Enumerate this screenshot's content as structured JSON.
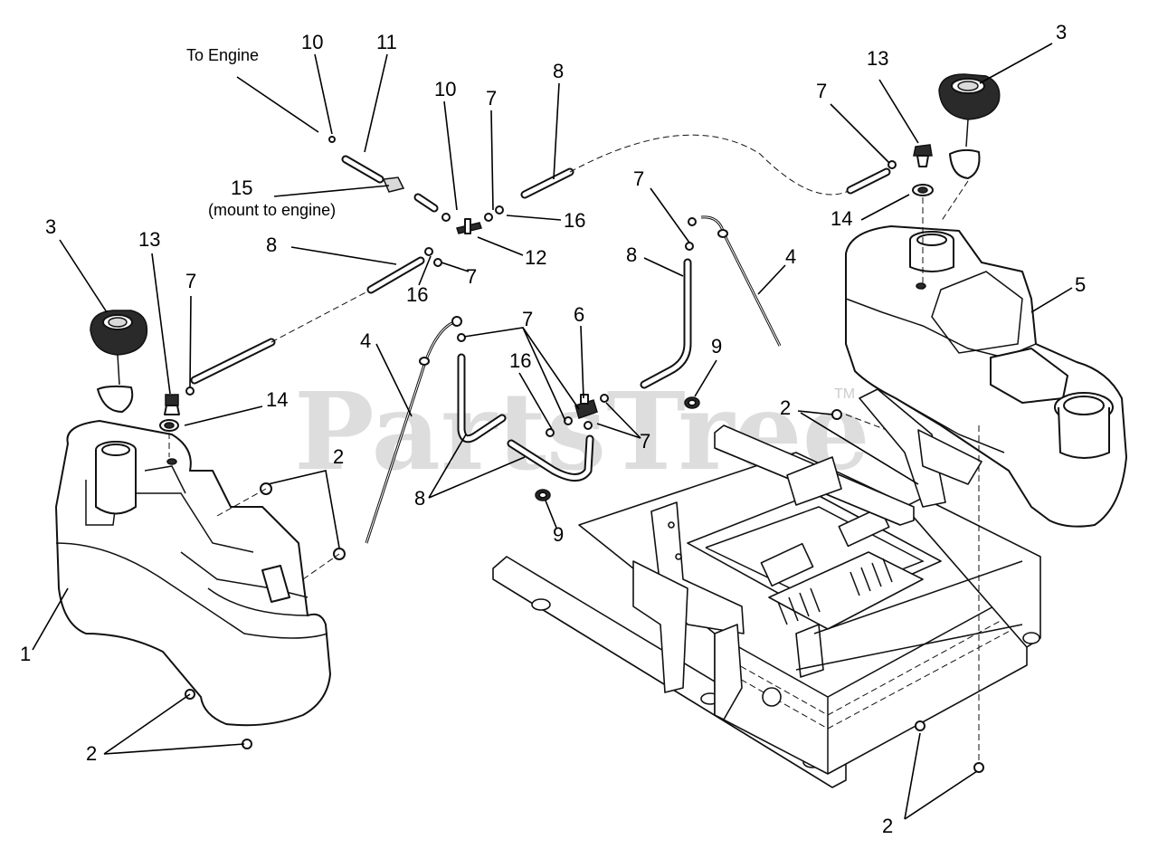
{
  "watermark": {
    "text": "PartsTree",
    "tm": "TM"
  },
  "notes": {
    "to_engine": "To Engine",
    "mount_to_engine": "(mount to engine)"
  },
  "callouts": {
    "c1": "1",
    "c2_left_a": "2",
    "c2_left_b": "2",
    "c2_right_a": "2",
    "c2_right_b": "2",
    "c3_left": "3",
    "c3_right": "3",
    "c4_left": "4",
    "c4_right": "4",
    "c5": "5",
    "c6": "6",
    "c7_a": "7",
    "c7_b": "7",
    "c7_c": "7",
    "c7_d": "7",
    "c7_e": "7",
    "c7_f": "7",
    "c7_g": "7",
    "c8_a": "8",
    "c8_b": "8",
    "c8_c": "8",
    "c8_d": "8",
    "c9_a": "9",
    "c9_b": "9",
    "c10_a": "10",
    "c10_b": "10",
    "c11": "11",
    "c12": "12",
    "c13_left": "13",
    "c13_right": "13",
    "c14_left": "14",
    "c14_right": "14",
    "c15": "15",
    "c16_a": "16",
    "c16_b": "16",
    "c16_c": "16"
  }
}
